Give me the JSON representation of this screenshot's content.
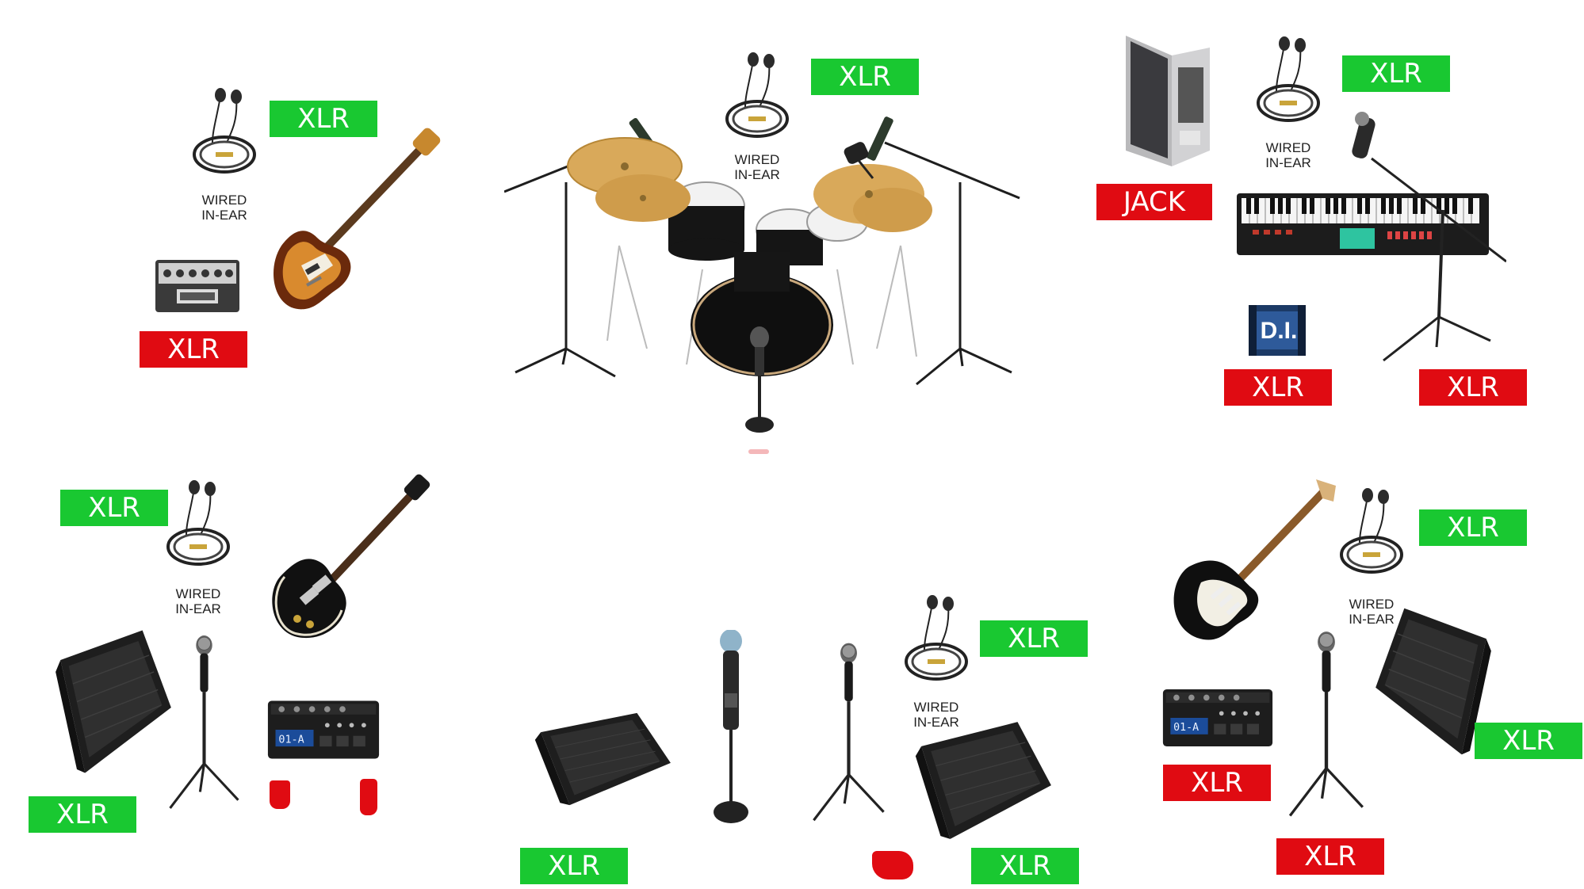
{
  "colors": {
    "input_tag": "#19c831",
    "output_tag": "#e00b12"
  },
  "labels": {
    "xlr": "XLR",
    "jack": "JACK",
    "di": "D.I.",
    "wired_in_ear_1": "WIRED",
    "wired_in_ear_2": "IN-EAR"
  },
  "stations": [
    {
      "name": "bass",
      "icons": [
        "in-ear-monitor-icon",
        "bass-guitar-icon",
        "bass-amp-head-icon"
      ]
    },
    {
      "name": "drums",
      "icons": [
        "in-ear-monitor-icon",
        "drum-kit-icon",
        "overhead-mic-stand-icon",
        "kick-mic-icon"
      ]
    },
    {
      "name": "keys",
      "icons": [
        "laptop-icon",
        "in-ear-monitor-icon",
        "keyboard-icon",
        "di-box-icon",
        "vocal-mic-stand-icon"
      ]
    },
    {
      "name": "guitar-left",
      "icons": [
        "in-ear-monitor-icon",
        "les-paul-guitar-icon",
        "floor-wedge-icon",
        "vocal-mic-stand-icon",
        "multi-effects-pedal-icon"
      ]
    },
    {
      "name": "center-vocal",
      "icons": [
        "wireless-mic-icon",
        "vocal-mic-stand-icon",
        "in-ear-monitor-icon",
        "floor-wedge-icon"
      ]
    },
    {
      "name": "guitar-right",
      "icons": [
        "stratocaster-guitar-icon",
        "in-ear-monitor-icon",
        "floor-wedge-icon",
        "multi-effects-pedal-icon",
        "vocal-mic-stand-icon"
      ]
    }
  ]
}
